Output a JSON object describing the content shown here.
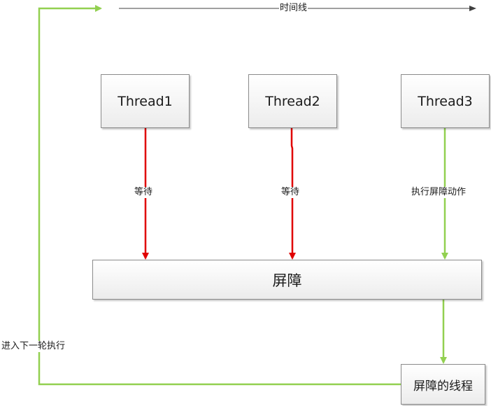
{
  "timeline": {
    "label": "时间线"
  },
  "threads": [
    {
      "label": "Thread1"
    },
    {
      "label": "Thread2"
    },
    {
      "label": "Thread3"
    }
  ],
  "arrows": [
    {
      "label": "等待",
      "color": "#e00000"
    },
    {
      "label": "等待",
      "color": "#e00000"
    },
    {
      "label": "执行屏障动作",
      "color": "#92d050"
    }
  ],
  "barrier": {
    "label": "屏障"
  },
  "barrier_thread": {
    "label": "屏障的线程"
  },
  "loop": {
    "label": "进入下一轮执行",
    "color": "#92d050"
  }
}
